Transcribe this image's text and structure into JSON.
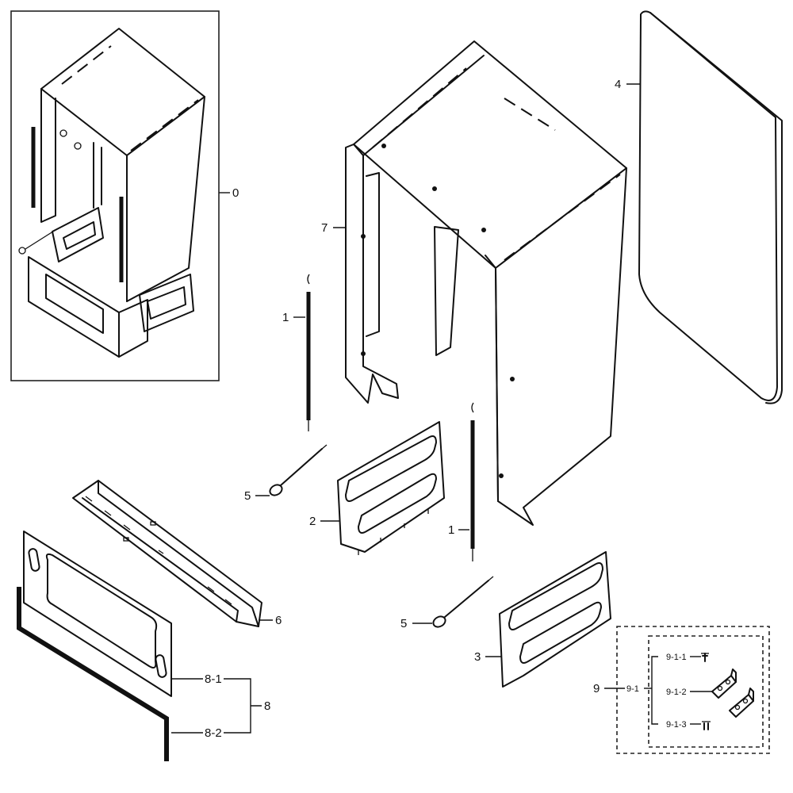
{
  "diagram": {
    "callouts": {
      "c0": "0",
      "c1a": "1",
      "c1b": "1",
      "c2": "2",
      "c3": "3",
      "c4": "4",
      "c5a": "5",
      "c5b": "5",
      "c6": "6",
      "c7": "7",
      "c8": "8",
      "c8_1": "8-1",
      "c8_2": "8-2",
      "c9": "9",
      "c9_1": "9-1",
      "c9_1_1": "9-1-1",
      "c9_1_2": "9-1-2",
      "c9_1_3": "9-1-3"
    }
  }
}
